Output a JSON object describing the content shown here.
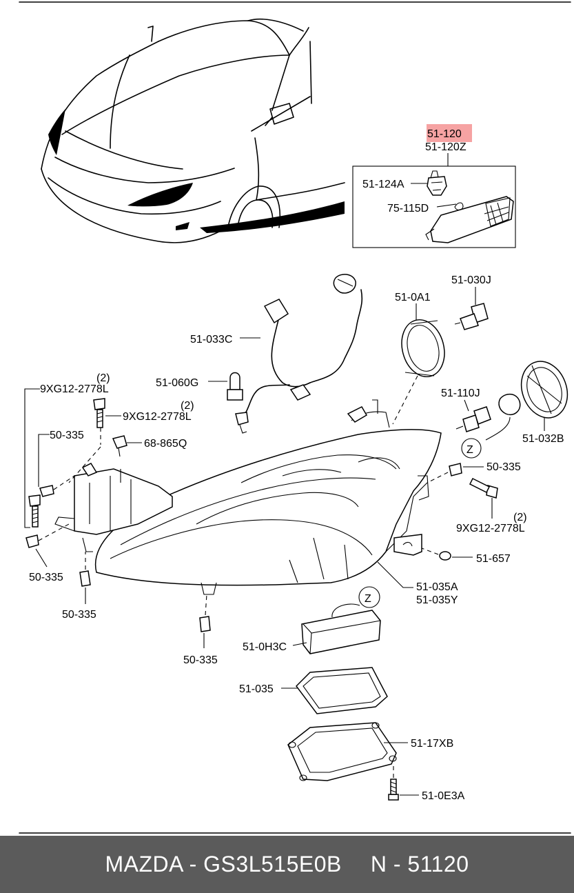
{
  "highlight_color": "#f6a3a3",
  "footer": {
    "brand_part": "MAZDA - GS3L515E0B",
    "ref": "N - 51120"
  },
  "labels": {
    "p_51_120": "51-120",
    "p_51_120z": "51-120Z",
    "p_51_124a": "51-124A",
    "p_75_115d": "75-115D",
    "p_51_030j": "51-030J",
    "p_51_0a1": "51-0A1",
    "p_51_033c": "51-033C",
    "p_51_060g": "51-060G",
    "p_9xg_1": "9XG12-2778L",
    "p_9xg_1_qty": "(2)",
    "p_9xg_2": "9XG12-2778L",
    "p_9xg_2_qty": "(2)",
    "p_9xg_3": "9XG12-2778L",
    "p_9xg_3_qty": "(2)",
    "p_51_110j": "51-110J",
    "p_51_032b": "51-032B",
    "p_50_335_a": "50-335",
    "p_68_865q": "68-865Q",
    "p_50_335_b": "50-335",
    "p_51_657": "51-657",
    "p_50_335_c": "50-335",
    "p_50_335_d": "50-335",
    "p_51_035a": "51-035A",
    "p_51_035y": "51-035Y",
    "p_50_335_e": "50-335",
    "p_51_0h3c": "51-0H3C",
    "p_51_035": "51-035",
    "p_51_17xb": "51-17XB",
    "p_51_0e3a": "51-0E3A",
    "z_mark_1": "Z",
    "z_mark_2": "Z"
  }
}
